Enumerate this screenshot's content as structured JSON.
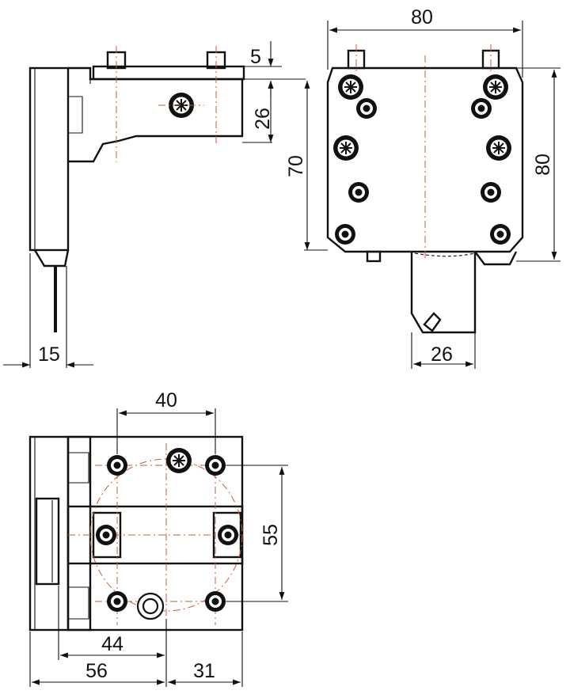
{
  "drawing": {
    "front_view": {
      "dim_shank_width": "15",
      "dim_pin_height": "5",
      "dim_body_step": "26"
    },
    "side_view": {
      "dim_width": "80",
      "dim_height_inner": "70",
      "dim_height": "80",
      "dim_tool_width": "26"
    },
    "bottom_view": {
      "dim_hole_spacing_x": "40",
      "dim_hole_spacing_y": "55",
      "dim_offset_44": "44",
      "dim_length_56": "56",
      "dim_length_31": "31"
    }
  },
  "colors": {
    "line": "#111111",
    "centerline": "#c0603a",
    "background": "#ffffff"
  }
}
